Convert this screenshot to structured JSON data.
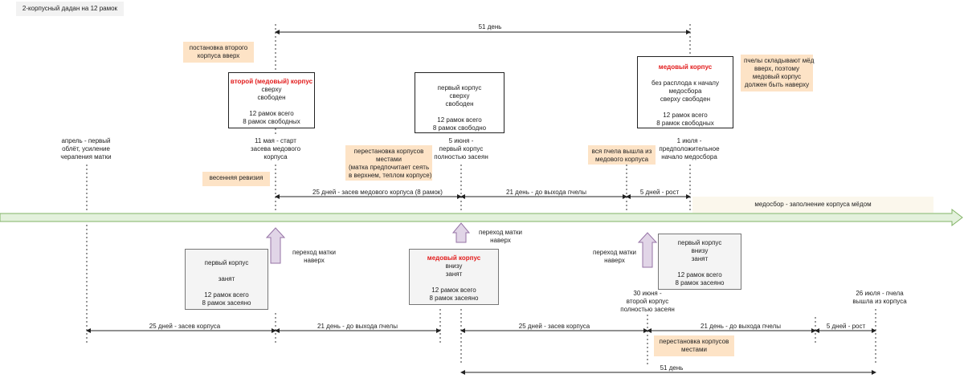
{
  "title": "2-корпусный дадан на 12 рамок",
  "top_span": "51 день",
  "bottom_span": "51 день",
  "notes": {
    "second_body_up": "постановка второго\nкорпуса вверх",
    "bees_store": "пчелы складывают мёд\nвверх, поэтому\nмедовый корпус\nдолжен быть наверху",
    "swap_top": "перестановка корпусов\nместами\n(матка предпочитает сеять\nв верхнем, теплом корпусе)",
    "all_bees_out": "вся пчела вышла из\nмедового корпуса",
    "spring_check": "весенняя ревизия",
    "honey_flow": "медосбор - заполнение корпуса мёдом",
    "swap_bottom": "перестановка корпусов\nместами"
  },
  "top_boxes": {
    "b1": {
      "title": "второй (медовый) корпус",
      "body": "сверху\nсвободен\n\n12 рамок всего\n8 рамок свободных"
    },
    "b2": {
      "title": "",
      "body": "первый корпус\nсверху\nсвободен\n\n12 рамок всего\n8 рамок свободно"
    },
    "b3": {
      "title": "медовый корпус",
      "body": "\nбез расплода к началу\nмедосбора\nсверху свободен\n\n12 рамок всего\n8 рамок свободных"
    }
  },
  "bottom_boxes": {
    "b1": {
      "title": "",
      "body": "первый корпус\n\nзанят\n\n12 рамок всего\n8 рамок засеяно"
    },
    "b2": {
      "title": "медовый корпус",
      "body": "внизу\nзанят\n\n12 рамок всего\n8 рамок засеяно"
    },
    "b3": {
      "title": "",
      "body": "первый корпус\nвнизу\nзанят\n\n12 рамок всего\n8 рамок засеяно"
    }
  },
  "events": {
    "april": "апрель - первый\nоблёт, усиление\nчерапения матки",
    "may11": "11 мая - старт\nзасева медового\nкорпуса",
    "june5": "5 июня -\nпервый корпус\nполностью засеян",
    "july1": "1 июля -\nпредположительное\nначало медосбора",
    "june30": "30 июня -\nвторой корпус\nполностью засеян",
    "july26": "26 июля - пчела\nвышла из корпуса"
  },
  "queen_moves": {
    "m1": "переход матки\nнаверх",
    "m2": "переход матки\nнаверх",
    "m3": "переход матки\nнаверх"
  },
  "top_intervals": {
    "i1": "25 дней - засев медового корпуса (8 рамок)",
    "i2": "21 день - до выхода пчелы",
    "i3": "5 дней - рост"
  },
  "bottom_intervals": {
    "i1": "25 дней - засев корпуса",
    "i2": "21 день - до выхода пчелы",
    "i3": "25 дней - засев корпуса",
    "i4": "21 день - до выхода пчелы",
    "i5": "5 дней - рост"
  },
  "colors": {
    "timeline_fill": "#e3f1dc",
    "timeline_stroke": "#82b366",
    "note_fill": "#fde3c6",
    "arrow_fill": "#e1d5e7",
    "arrow_stroke": "#9673a6",
    "accent_red": "#e21b1b"
  }
}
